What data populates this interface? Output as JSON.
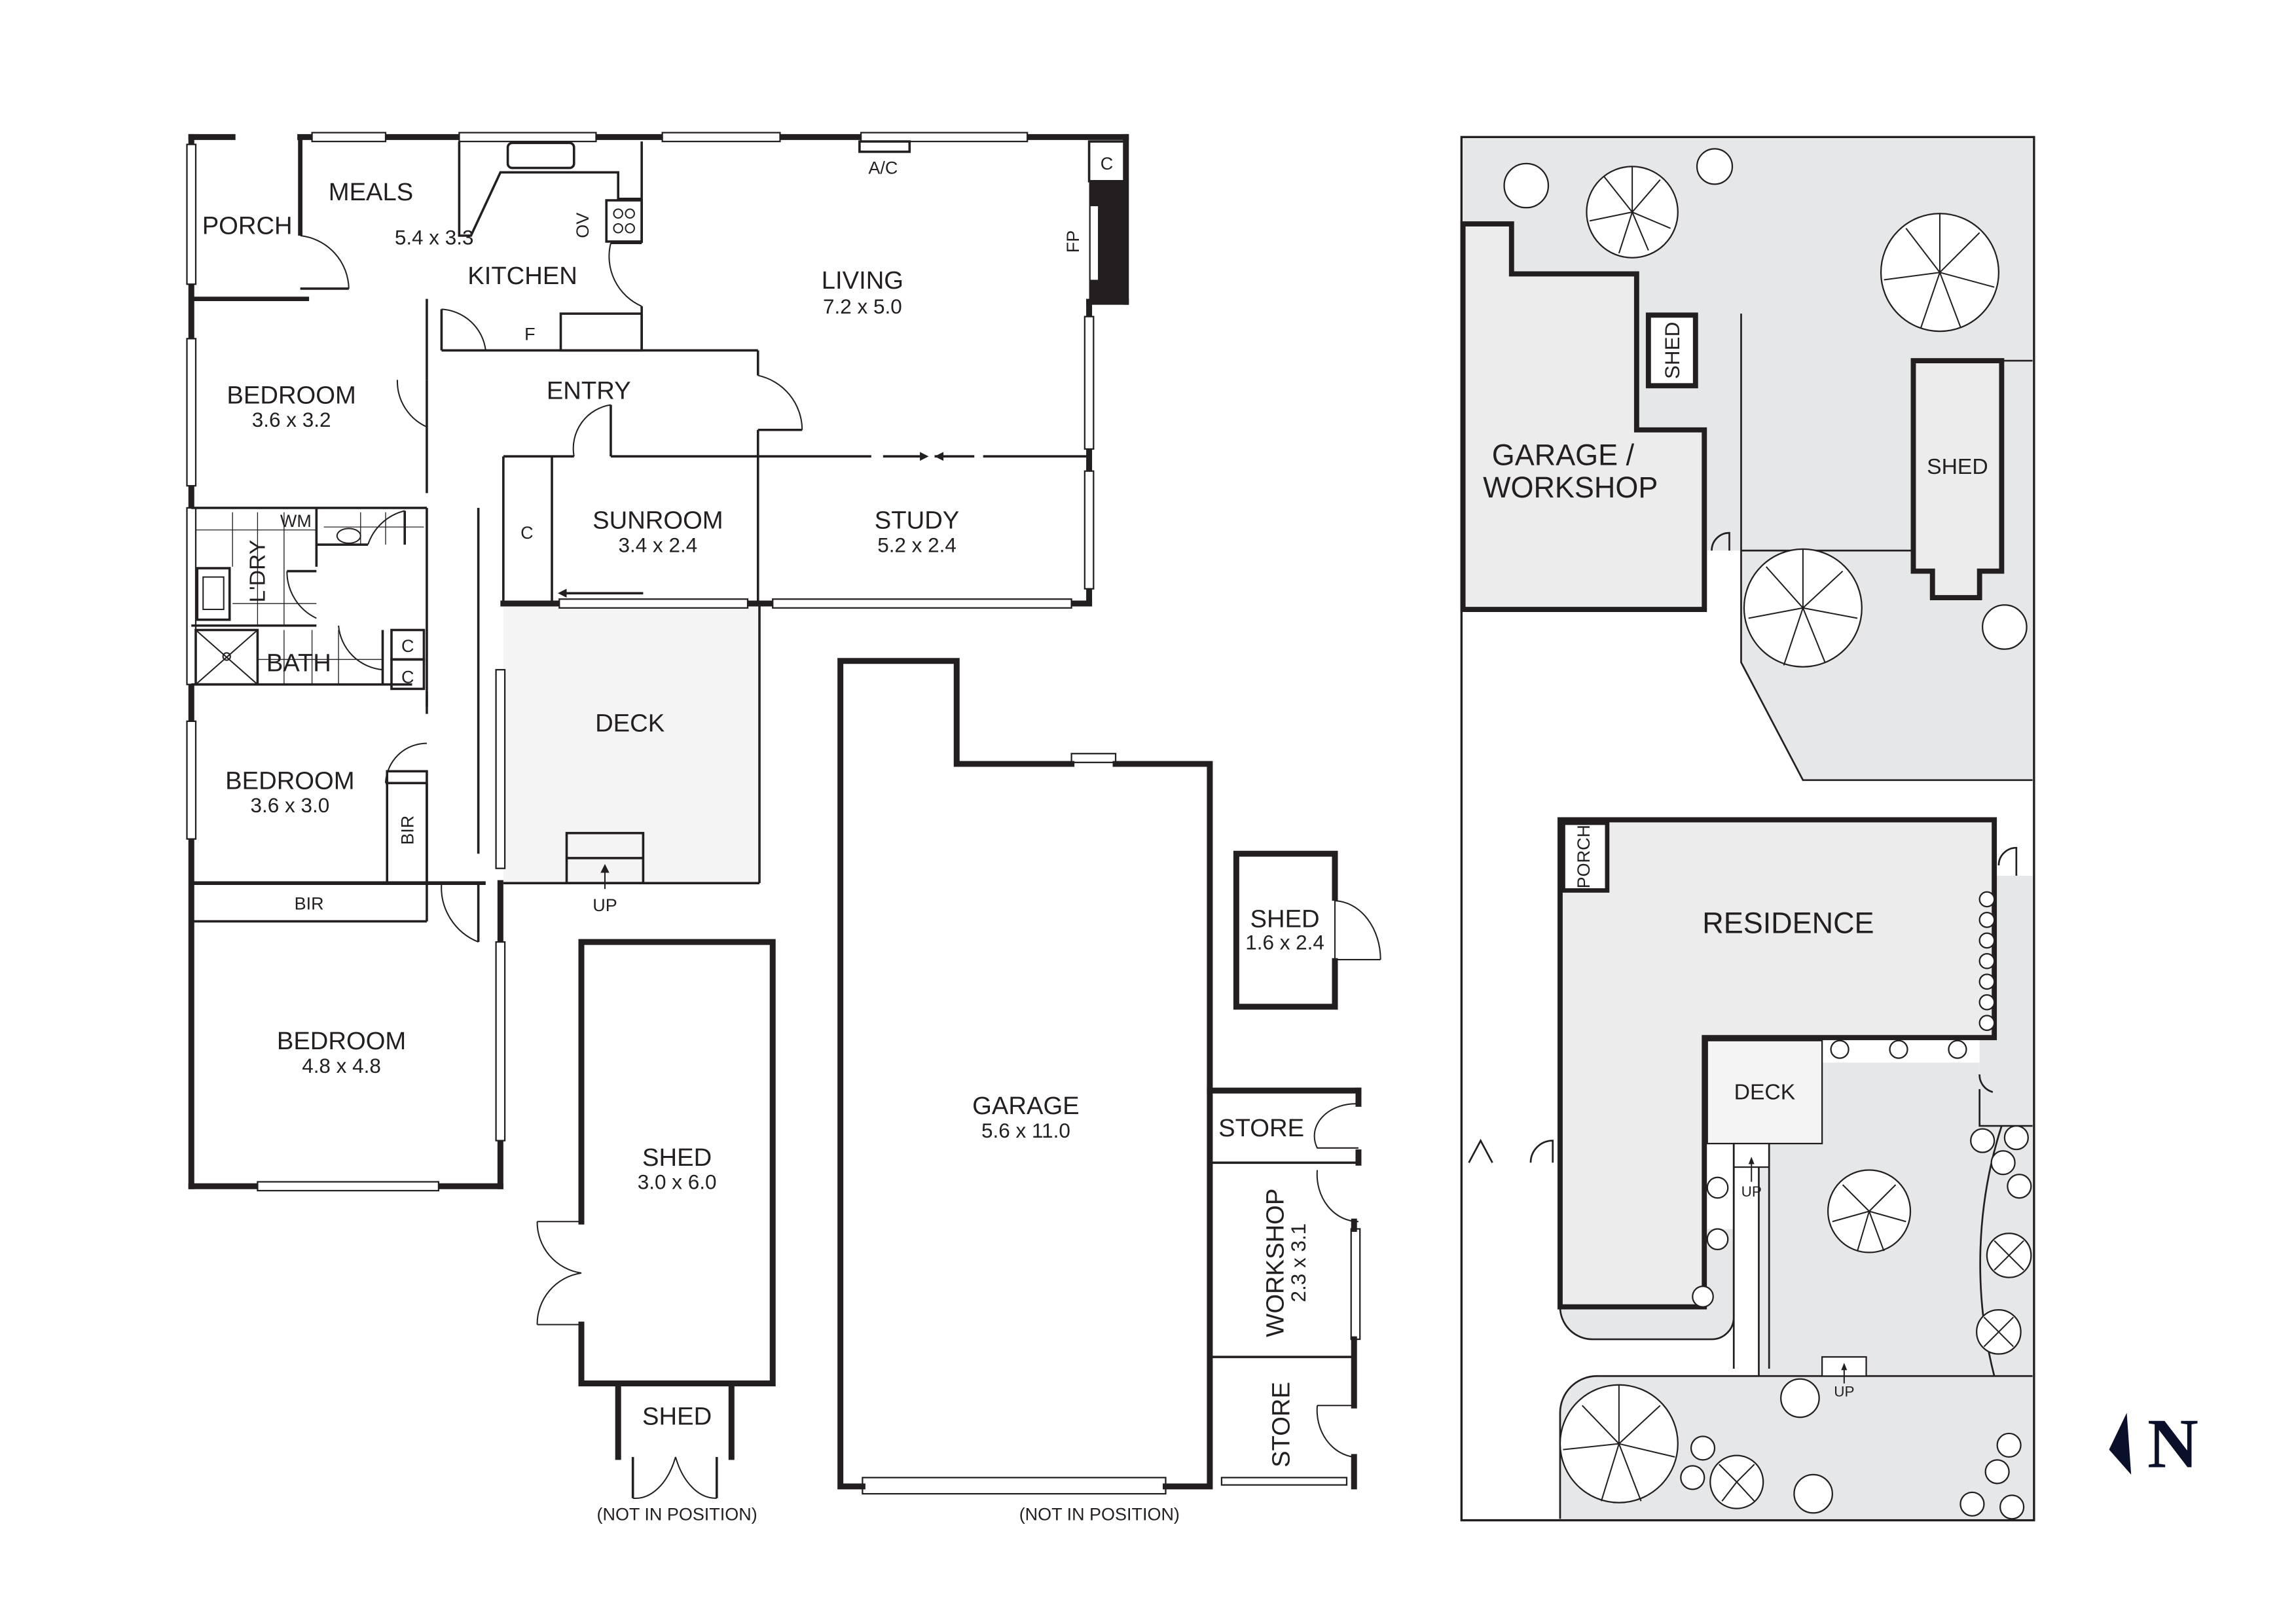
{
  "floor_plan": {
    "rooms": {
      "porch": {
        "label": "PORCH"
      },
      "meals": {
        "label": "MEALS",
        "dims": "5.4 x 3.3"
      },
      "kitchen": {
        "label": "KITCHEN",
        "oven": "OV",
        "fridge": "F"
      },
      "living": {
        "label": "LIVING",
        "dims": "7.2 x 5.0",
        "aircon": "A/C",
        "fireplace": "FP",
        "cupboard": "C"
      },
      "bedroom1": {
        "label": "BEDROOM",
        "dims": "3.6 x 3.2"
      },
      "entry": {
        "label": "ENTRY"
      },
      "sunroom": {
        "label": "SUNROOM",
        "dims": "3.4 x 2.4",
        "cupboard": "C"
      },
      "study": {
        "label": "STUDY",
        "dims": "5.2 x 2.4"
      },
      "laundry": {
        "label": "L'DRY",
        "washing_machine": "WM"
      },
      "bath": {
        "label": "BATH",
        "cupboard_1": "C",
        "cupboard_2": "C"
      },
      "bedroom2": {
        "label": "BEDROOM",
        "dims": "3.6 x 3.0",
        "robe": "BIR"
      },
      "robe_hall": {
        "label": "BIR"
      },
      "bedroom3": {
        "label": "BEDROOM",
        "dims": "4.8 x 4.8"
      },
      "deck": {
        "label": "DECK",
        "stairs": "UP"
      }
    },
    "outbuildings": {
      "garage": {
        "label": "GARAGE",
        "dims": "5.6 x 11.0",
        "note": "(NOT IN POSITION)"
      },
      "shed_large": {
        "label": "SHED",
        "dims": "3.0 x 6.0"
      },
      "shed_small_attached": {
        "label": "SHED",
        "note": "(NOT IN POSITION)"
      },
      "shed_small": {
        "label": "SHED",
        "dims": "1.6 x 2.4"
      },
      "store_top": {
        "label": "STORE"
      },
      "workshop": {
        "label": "WORKSHOP",
        "dims": "2.3 x 3.1"
      },
      "store_bottom": {
        "label": "STORE"
      }
    }
  },
  "site_plan": {
    "garage_workshop": {
      "line1": "GARAGE /",
      "line2": "WORKSHOP"
    },
    "shed_small": {
      "label": "SHED"
    },
    "shed": {
      "label": "SHED"
    },
    "residence": {
      "label": "RESIDENCE"
    },
    "porch": {
      "label": "PORCH"
    },
    "deck": {
      "label": "DECK"
    },
    "deck_stairs": {
      "label": "UP"
    },
    "garden_stairs": {
      "label": "UP"
    }
  },
  "north_arrow": {
    "label": "N",
    "color": "#0a0f2a"
  },
  "colors": {
    "wall": "#231f20",
    "site_fill": "#e6e7e8",
    "building_fill": "#ececec",
    "deck_fill": "#f4f4f4"
  }
}
